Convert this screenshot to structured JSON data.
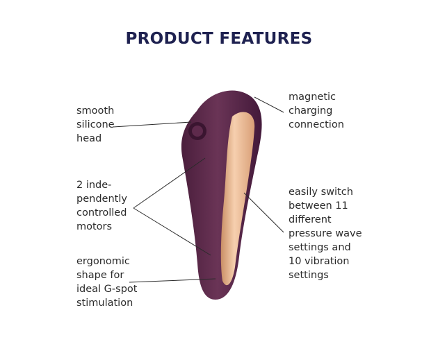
{
  "title": "PRODUCT FEATURES",
  "features": {
    "head": [
      "smooth",
      "silicone",
      "head"
    ],
    "motors": [
      "2 inde-",
      "pendently",
      "controlled",
      "motors"
    ],
    "shape": [
      "ergonomic",
      "shape for",
      "ideal G-spot",
      "stimulation"
    ],
    "charging": [
      "magnetic",
      "charging",
      "connection"
    ],
    "switch": [
      "easily switch",
      "between 11",
      "different",
      "pressure wave",
      "settings and",
      "10 vibration",
      "settings"
    ]
  },
  "colors": {
    "title": "#1e2150",
    "body": "#5a2a48",
    "accent": "#f1c39f",
    "lines": "#2b2b2b"
  }
}
